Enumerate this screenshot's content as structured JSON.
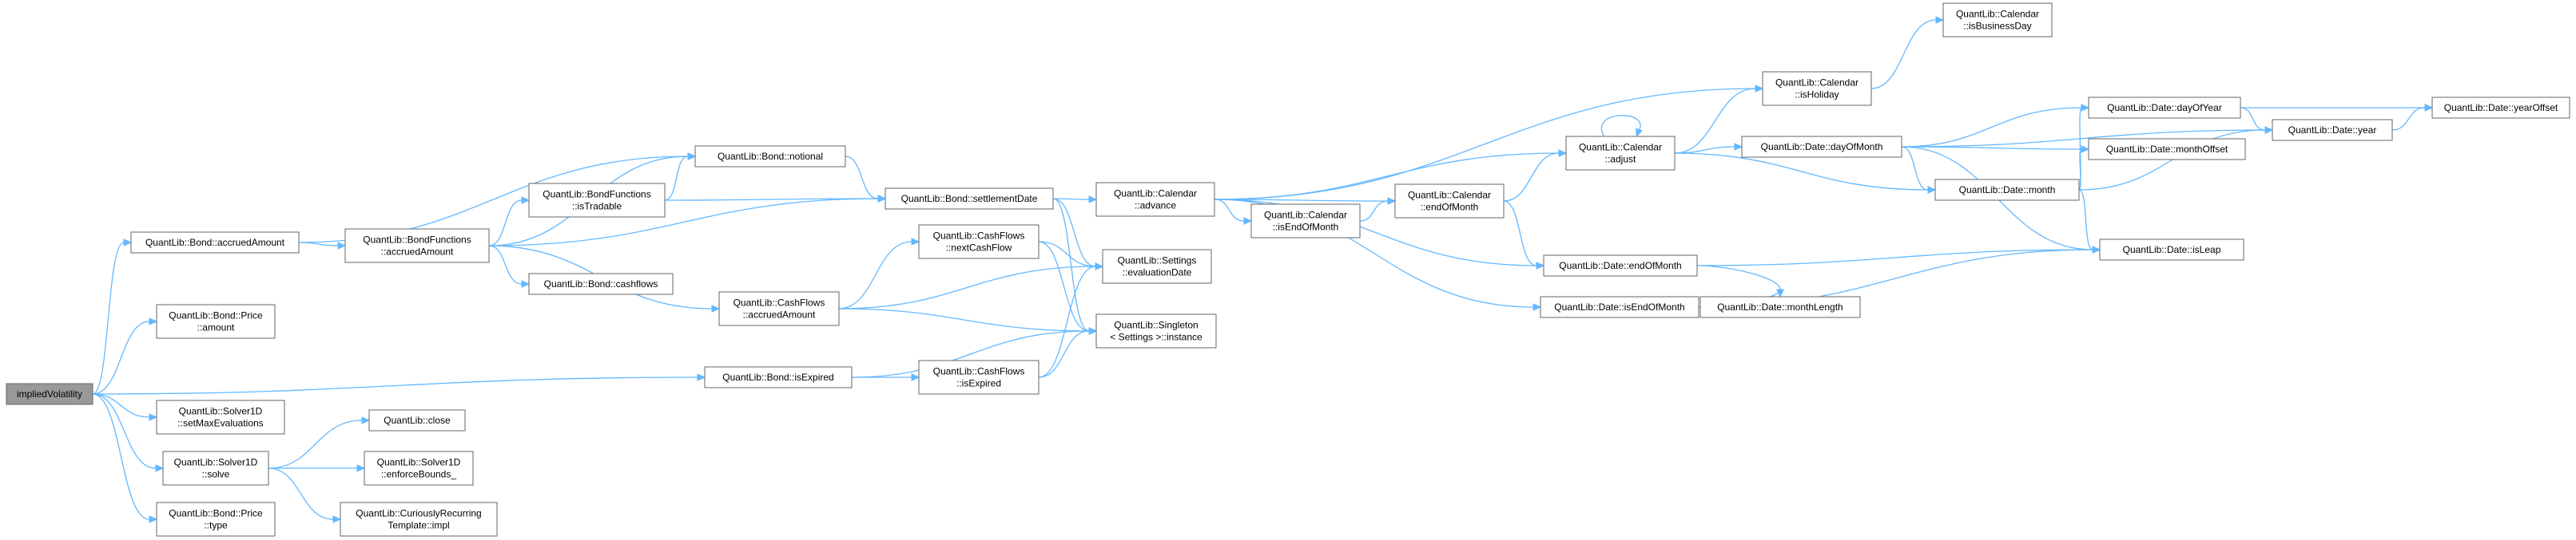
{
  "graph": {
    "nodes": {
      "impliedVolatility": [
        "impliedVolatility"
      ],
      "bondAccruedAmount": [
        "QuantLib::Bond::accruedAmount"
      ],
      "priceAmount": [
        "QuantLib::Bond::Price",
        "::amount"
      ],
      "setMaxEvaluations": [
        "QuantLib::Solver1D",
        "::setMaxEvaluations"
      ],
      "solve": [
        "QuantLib::Solver1D",
        "::solve"
      ],
      "priceType": [
        "QuantLib::Bond::Price",
        "::type"
      ],
      "bfAccruedAmount": [
        "QuantLib::BondFunctions",
        "::accruedAmount"
      ],
      "isTradable": [
        "QuantLib::BondFunctions",
        "::isTradable"
      ],
      "notional": [
        "QuantLib::Bond::notional"
      ],
      "cashflows": [
        "QuantLib::Bond::cashflows"
      ],
      "settlementDate": [
        "QuantLib::Bond::settlementDate"
      ],
      "cfAccruedAmount": [
        "QuantLib::CashFlows",
        "::accruedAmount"
      ],
      "isExpired": [
        "QuantLib::Bond::isExpired"
      ],
      "nextCashFlow": [
        "QuantLib::CashFlows",
        "::nextCashFlow"
      ],
      "cfIsExpired": [
        "QuantLib::CashFlows",
        "::isExpired"
      ],
      "close": [
        "QuantLib::close"
      ],
      "enforceBounds": [
        "QuantLib::Solver1D",
        "::enforceBounds_"
      ],
      "crtImpl": [
        "QuantLib::CuriouslyRecurring",
        "Template::impl"
      ],
      "calAdvance": [
        "QuantLib::Calendar",
        "::advance"
      ],
      "evaluationDate": [
        "QuantLib::Settings",
        "::evaluationDate"
      ],
      "singletonInstance": [
        "QuantLib::Singleton",
        "< Settings >::instance"
      ],
      "calIsEndOfMonth": [
        "QuantLib::Calendar",
        "::isEndOfMonth"
      ],
      "calEndOfMonth": [
        "QuantLib::Calendar",
        "::endOfMonth"
      ],
      "calAdjust": [
        "QuantLib::Calendar",
        "::adjust"
      ],
      "isHoliday": [
        "QuantLib::Calendar",
        "::isHoliday"
      ],
      "isBusinessDay": [
        "QuantLib::Calendar",
        "::isBusinessDay"
      ],
      "dateEndOfMonth": [
        "QuantLib::Date::endOfMonth"
      ],
      "dateIsEndOfMonth": [
        "QuantLib::Date::isEndOfMonth"
      ],
      "dayOfMonth": [
        "QuantLib::Date::dayOfMonth"
      ],
      "dayOfYear": [
        "QuantLib::Date::dayOfYear"
      ],
      "monthOffset": [
        "QuantLib::Date::monthOffset"
      ],
      "month": [
        "QuantLib::Date::month"
      ],
      "monthLength": [
        "QuantLib::Date::monthLength"
      ],
      "isLeap": [
        "QuantLib::Date::isLeap"
      ],
      "year": [
        "QuantLib::Date::year"
      ],
      "yearOffset": [
        "QuantLib::Date::yearOffset"
      ]
    },
    "edges": [
      [
        "impliedVolatility",
        "bondAccruedAmount"
      ],
      [
        "impliedVolatility",
        "priceAmount"
      ],
      [
        "impliedVolatility",
        "isExpired"
      ],
      [
        "impliedVolatility",
        "setMaxEvaluations"
      ],
      [
        "impliedVolatility",
        "solve"
      ],
      [
        "impliedVolatility",
        "priceType"
      ],
      [
        "bondAccruedAmount",
        "bfAccruedAmount"
      ],
      [
        "bondAccruedAmount",
        "notional"
      ],
      [
        "bfAccruedAmount",
        "isTradable"
      ],
      [
        "bfAccruedAmount",
        "notional"
      ],
      [
        "bfAccruedAmount",
        "settlementDate"
      ],
      [
        "bfAccruedAmount",
        "cashflows"
      ],
      [
        "bfAccruedAmount",
        "cfAccruedAmount"
      ],
      [
        "isTradable",
        "notional"
      ],
      [
        "isTradable",
        "settlementDate"
      ],
      [
        "notional",
        "settlementDate"
      ],
      [
        "settlementDate",
        "calAdvance"
      ],
      [
        "settlementDate",
        "evaluationDate"
      ],
      [
        "settlementDate",
        "singletonInstance"
      ],
      [
        "cfAccruedAmount",
        "nextCashFlow"
      ],
      [
        "cfAccruedAmount",
        "evaluationDate"
      ],
      [
        "cfAccruedAmount",
        "singletonInstance"
      ],
      [
        "nextCashFlow",
        "evaluationDate"
      ],
      [
        "nextCashFlow",
        "singletonInstance"
      ],
      [
        "isExpired",
        "cfIsExpired"
      ],
      [
        "isExpired",
        "singletonInstance"
      ],
      [
        "cfIsExpired",
        "evaluationDate"
      ],
      [
        "cfIsExpired",
        "singletonInstance"
      ],
      [
        "solve",
        "close"
      ],
      [
        "solve",
        "enforceBounds"
      ],
      [
        "solve",
        "crtImpl"
      ],
      [
        "calAdvance",
        "calIsEndOfMonth"
      ],
      [
        "calAdvance",
        "calEndOfMonth"
      ],
      [
        "calAdvance",
        "calAdjust"
      ],
      [
        "calAdvance",
        "isHoliday"
      ],
      [
        "calAdvance",
        "dateEndOfMonth"
      ],
      [
        "calAdvance",
        "dateIsEndOfMonth"
      ],
      [
        "calIsEndOfMonth",
        "calEndOfMonth"
      ],
      [
        "calEndOfMonth",
        "calAdjust"
      ],
      [
        "calEndOfMonth",
        "dateEndOfMonth"
      ],
      [
        "calAdjust",
        "calAdjust"
      ],
      [
        "calAdjust",
        "isHoliday"
      ],
      [
        "calAdjust",
        "dayOfMonth"
      ],
      [
        "calAdjust",
        "month"
      ],
      [
        "isHoliday",
        "isBusinessDay"
      ],
      [
        "dayOfMonth",
        "dayOfYear"
      ],
      [
        "dayOfMonth",
        "year"
      ],
      [
        "dayOfMonth",
        "month"
      ],
      [
        "dayOfMonth",
        "isLeap"
      ],
      [
        "dayOfMonth",
        "monthOffset"
      ],
      [
        "dayOfYear",
        "yearOffset"
      ],
      [
        "dayOfYear",
        "year"
      ],
      [
        "month",
        "dayOfYear"
      ],
      [
        "month",
        "monthOffset"
      ],
      [
        "month",
        "year"
      ],
      [
        "month",
        "isLeap"
      ],
      [
        "dateEndOfMonth",
        "isLeap"
      ],
      [
        "dateEndOfMonth",
        "monthLength"
      ],
      [
        "dateIsEndOfMonth",
        "monthLength"
      ],
      [
        "dateIsEndOfMonth",
        "isLeap"
      ],
      [
        "year",
        "yearOffset"
      ]
    ]
  }
}
